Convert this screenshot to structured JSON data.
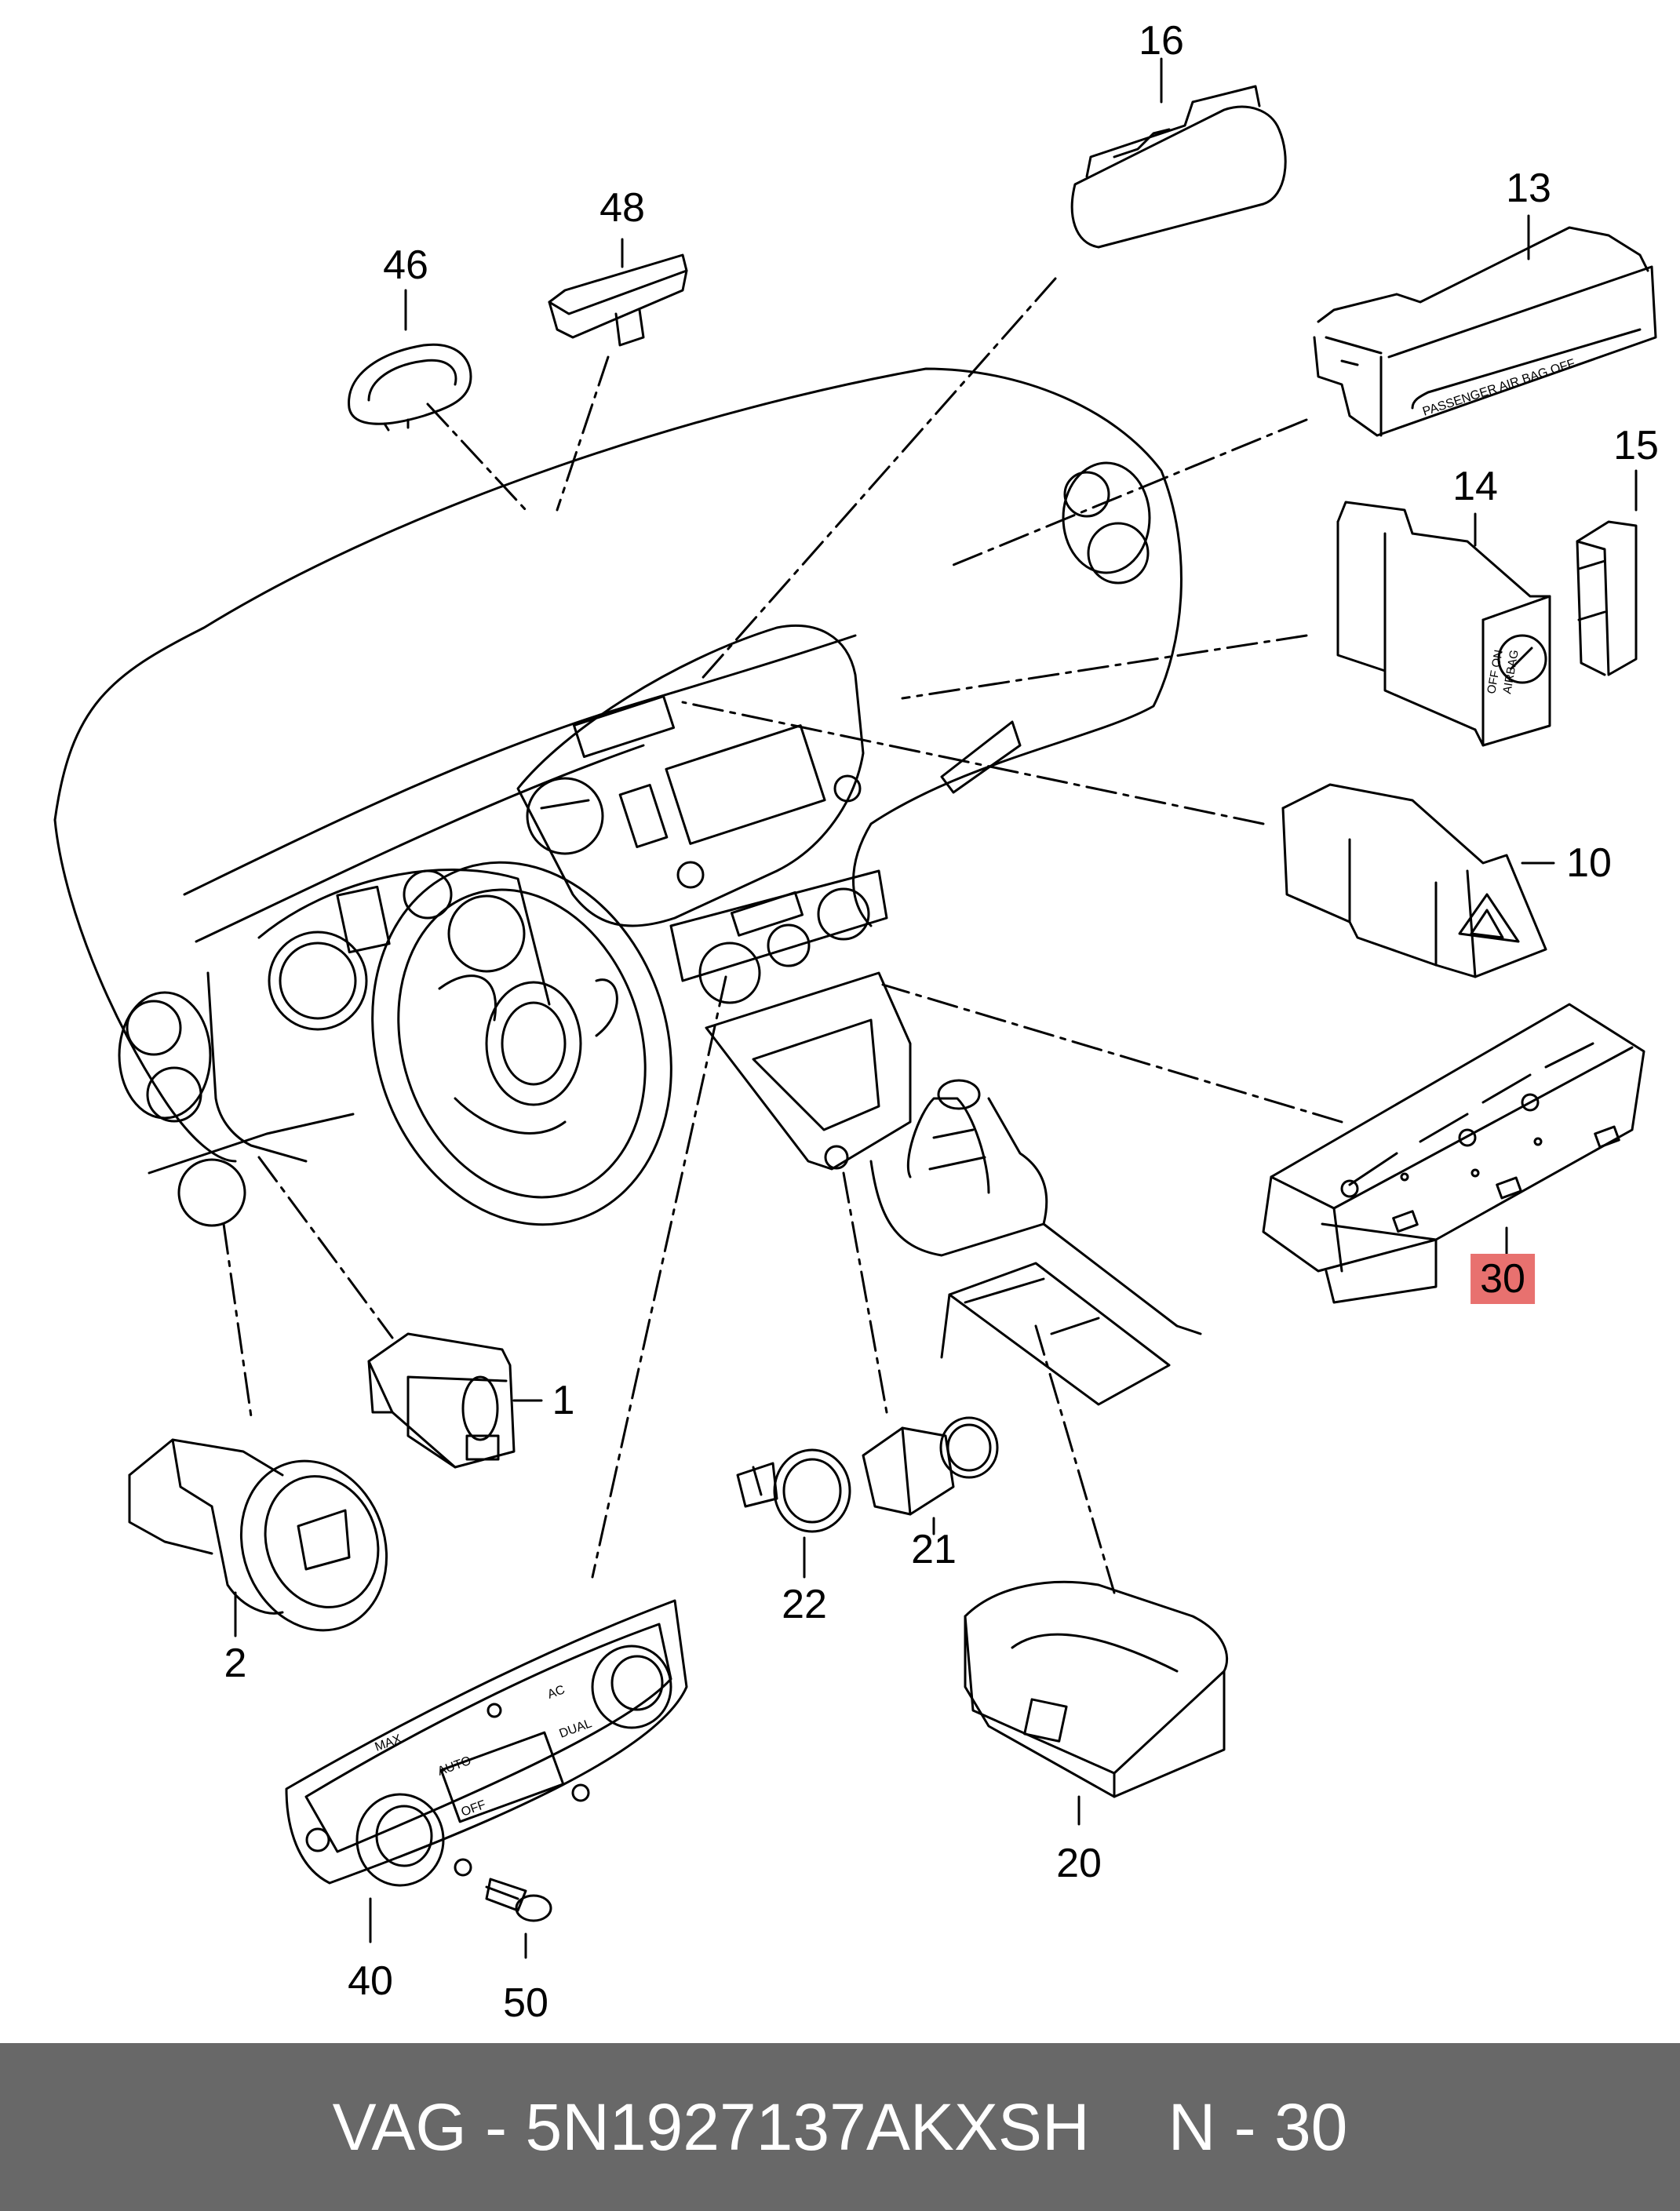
{
  "diagram": {
    "callouts": [
      {
        "id": "16",
        "label": "16"
      },
      {
        "id": "13",
        "label": "13"
      },
      {
        "id": "48",
        "label": "48"
      },
      {
        "id": "46",
        "label": "46"
      },
      {
        "id": "15",
        "label": "15"
      },
      {
        "id": "14",
        "label": "14"
      },
      {
        "id": "10",
        "label": "10"
      },
      {
        "id": "30",
        "label": "30",
        "highlight": true
      },
      {
        "id": "1",
        "label": "1"
      },
      {
        "id": "2",
        "label": "2"
      },
      {
        "id": "21",
        "label": "21"
      },
      {
        "id": "22",
        "label": "22"
      },
      {
        "id": "20",
        "label": "20"
      },
      {
        "id": "40",
        "label": "40"
      },
      {
        "id": "50",
        "label": "50"
      }
    ],
    "part_text": {
      "airbag_strip": "PASSENGER AIR BAG OFF",
      "airbag_switch_1": "OFF ON",
      "airbag_switch_2": "AIRBAG",
      "climate_max": "MAX",
      "climate_auto": "AUTO",
      "climate_dual": "DUAL",
      "climate_off": "OFF",
      "climate_ac": "AC"
    }
  },
  "footer": {
    "brand": "VAG",
    "separator": "-",
    "part_number": "5N1927137AKXSH",
    "ref_prefix": "N",
    "ref_separator": "-",
    "ref_number": "30"
  },
  "colors": {
    "highlight": "#e8716f",
    "footer_bg": "#686868",
    "footer_text": "#ffffff",
    "line": "#000000"
  }
}
